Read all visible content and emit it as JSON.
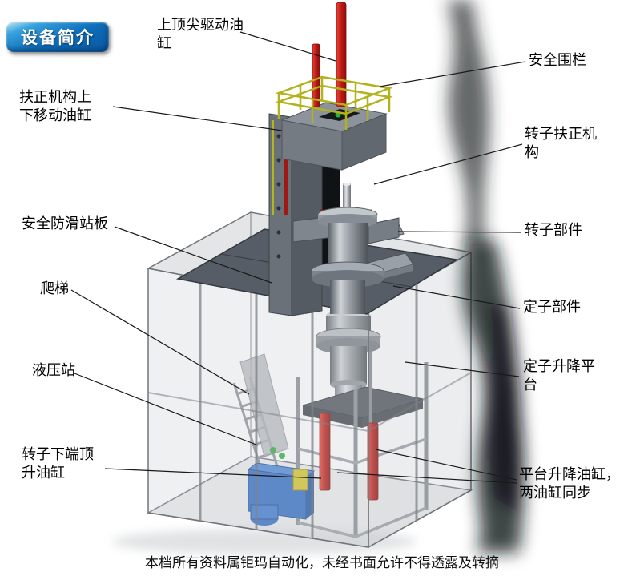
{
  "badge": {
    "label": "设备简介"
  },
  "annotations": {
    "top_drive_cylinder": "上顶尖驱动油缸",
    "safety_fence": "安全围栏",
    "centering_move_cylinder": "扶正机构上下移动油缸",
    "rotor_centering_mechanism": "转子扶正机构",
    "anti_slip_plate": "安全防滑站板",
    "rotor_component": "转子部件",
    "ladder": "爬梯",
    "stator_component": "定子部件",
    "hydraulic_station": "液压站",
    "stator_lift_platform": "定子升降平台",
    "rotor_bottom_jack_cylinder": "转子下端顶升油缸",
    "platform_lift_cylinders": "平台升降油缸，两油缸同步"
  },
  "footer": {
    "text": "本档所有资料属钜玛自动化，未经书面允许不得透露及转摘"
  },
  "colors": {
    "badge_blue": "#0e6cb8",
    "cylinder_red": "#c01a14",
    "railing_yellow": "#b2b21c",
    "hydraulic_blue": "#2e6cc6",
    "platform_gray": "#565d66",
    "leader_line": "#1a1a1a"
  }
}
